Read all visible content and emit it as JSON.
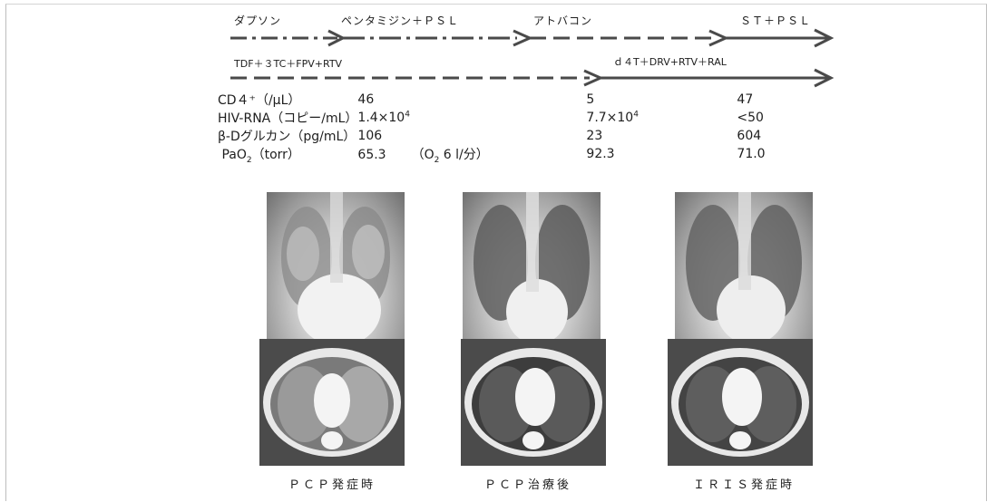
{
  "timeline": {
    "row1": [
      "ダプソン",
      "ペンタミジン＋ＰＳＬ",
      "アトバコン",
      "ＳＴ＋ＰＳＬ"
    ],
    "row2": [
      "TDF＋３TC＋FPV+RTV",
      "ｄ４T＋DRV+RTV＋RAL"
    ]
  },
  "labs": {
    "rows": [
      {
        "name": "CD４⁺（/μL）",
        "v1": "46",
        "v2": "5",
        "v3": "47"
      },
      {
        "name": "HIV-RNA（コピー/mL）",
        "v1_base": "1.4×10",
        "v1_exp": "4",
        "v2_base": "7.7×10",
        "v2_exp": "4",
        "v3": "<50"
      },
      {
        "name": "β-Dグルカン（pg/mL）",
        "v1": "106",
        "v2": "23",
        "v3": "604"
      },
      {
        "name_pre": "PaO",
        "name_sub": "2",
        "name_post": "（torr）",
        "v1": "65.3",
        "note_pre": "（O",
        "note_sub": "2",
        "note_post": " 6 l/分）",
        "v2": "92.3",
        "v3": "71.0"
      }
    ]
  },
  "captions": [
    "ＰＣＰ発症時",
    "ＰＣＰ治療後",
    "ＩＲＩＳ発症時"
  ]
}
